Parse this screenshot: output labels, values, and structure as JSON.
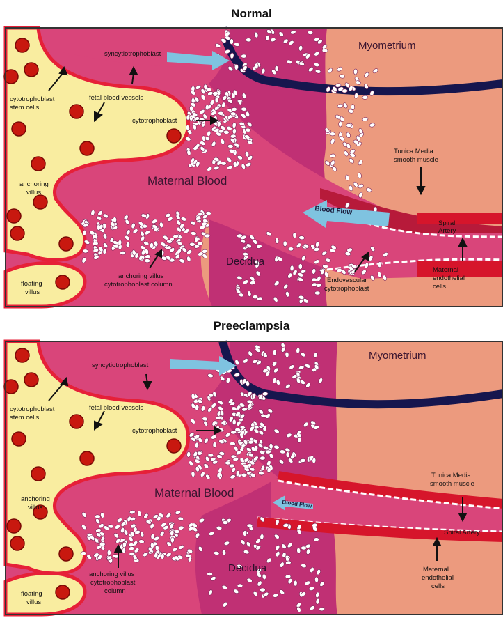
{
  "normal": {
    "title": "Normal",
    "labels": {
      "myometrium": "Myometrium",
      "syncytiotrophoblast": "syncytiotrophoblast",
      "cytotrophoblast_stem_1": "cytotrophoblast",
      "cytotrophoblast_stem_2": "stem cells",
      "fetal_vessels": "fetal blood vessels",
      "cytotrophoblast": "cytotrophoblast",
      "maternal_blood": "Maternal Blood",
      "anchoring_villus_1": "anchoring",
      "anchoring_villus_2": "villus",
      "blood_flow": "Blood Flow",
      "tunica_media_1": "Tunica Media",
      "tunica_media_2": "smooth muscle",
      "spiral_artery_1": "Spiral",
      "spiral_artery_2": "Artery",
      "floating_villus_1": "floating",
      "floating_villus_2": "villus",
      "column_1": "anchoring villus",
      "column_2": "cytotrophoblast column",
      "decidua": "Decidua",
      "endovascular_1": "Endovascular",
      "endovascular_2": "cytotrophoblast",
      "maternal_endo_1": "Maternal",
      "maternal_endo_2": "endothelial",
      "maternal_endo_3": "cells"
    }
  },
  "preeclampsia": {
    "title": "Preeclampsia",
    "labels": {
      "myometrium": "Myometrium",
      "syncytiotrophoblast": "syncytiotrophoblast",
      "cytotrophoblast_stem_1": "cytotrophoblast",
      "cytotrophoblast_stem_2": "stem cells",
      "fetal_vessels": "fetal blood vessels",
      "cytotrophoblast": "cytotrophoblast",
      "maternal_blood": "Maternal Blood",
      "anchoring_villus_1": "anchoring",
      "anchoring_villus_2": "villus",
      "blood_flow": "Blood Flow",
      "tunica_media_1": "Tunica Media",
      "tunica_media_2": "smooth muscle",
      "spiral_artery": "Spiral Artery",
      "floating_villus_1": "floating",
      "floating_villus_2": "villus",
      "column_1": "anchoring villus",
      "column_2": "cytotrophoblast",
      "column_3": "column",
      "decidua": "Decidua",
      "maternal_endo_1": "Maternal",
      "maternal_endo_2": "endothelial",
      "maternal_endo_3": "cells"
    }
  },
  "colors": {
    "villus_fill": "#f9eda0",
    "maternal_blood": "#d9457a",
    "decidua": "#c03074",
    "myometrium": "#ec9a7e",
    "syncytium_border": "#e62038",
    "fetal_vessel": "#c8180f",
    "vein": "#16164e",
    "arrow_blue": "#7fc3e0",
    "smooth_muscle": "#d6152b"
  }
}
